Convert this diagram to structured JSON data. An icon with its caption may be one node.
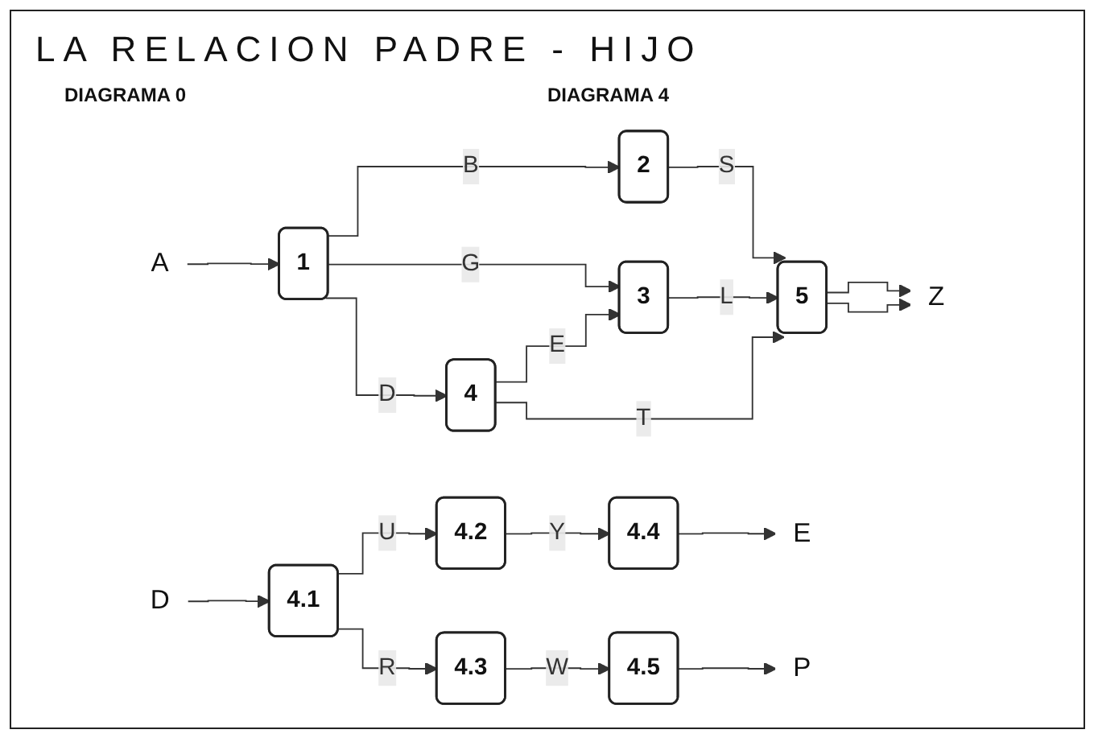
{
  "diagram": {
    "title": "LA RELACION PADRE - HIJO",
    "nodes": [
      {
        "text": [
          "A"
        ]
      },
      {
        "text": [
          "2"
        ]
      },
      {
        "text": [
          "1"
        ]
      },
      {
        "text": [
          "3"
        ]
      },
      {
        "text": [
          "5"
        ]
      },
      {
        "text": [
          "4"
        ]
      },
      {
        "text": [
          "Z"
        ]
      },
      {
        "text": [
          "D"
        ]
      },
      {
        "text": [
          "4.2"
        ]
      },
      {
        "text": [
          "4.4"
        ]
      },
      {
        "text": [
          "E"
        ]
      },
      {
        "text": [
          "4.1"
        ]
      },
      {
        "text": [
          "4.3"
        ]
      },
      {
        "text": [
          "4.5"
        ]
      },
      {
        "text": [
          "P"
        ]
      }
    ],
    "edges": [
      {
        "from": 0,
        "to": 2,
        "arrow": "to"
      },
      {
        "from": 2,
        "to": 1,
        "label": "B",
        "arrow": "to"
      },
      {
        "from": 2,
        "to": 3,
        "label": "G",
        "arrow": "to"
      },
      {
        "from": 2,
        "to": 5,
        "label": "D",
        "arrow": "to"
      },
      {
        "from": 1,
        "to": 4,
        "label": "S",
        "arrow": "to"
      },
      {
        "from": 3,
        "to": 4,
        "label": "L",
        "arrow": "to"
      },
      {
        "from": 5,
        "to": 3,
        "label": "E",
        "arrow": "to"
      },
      {
        "from": 5,
        "to": 4,
        "label": "T",
        "arrow": "to"
      },
      {
        "from": 4,
        "to": 6,
        "arrow": "to"
      },
      {
        "from": 4,
        "to": 6,
        "arrow": "to"
      },
      {
        "from": 7,
        "to": 11,
        "arrow": "to"
      },
      {
        "from": 11,
        "to": 8,
        "label": "U",
        "arrow": "to"
      },
      {
        "from": 11,
        "to": 12,
        "label": "R",
        "arrow": "to"
      },
      {
        "from": 8,
        "to": 9,
        "label": "Y",
        "arrow": "to"
      },
      {
        "from": 12,
        "to": 13,
        "label": "W",
        "arrow": "to"
      },
      {
        "from": 9,
        "to": 10,
        "arrow": "to"
      },
      {
        "from": 13,
        "to": 14,
        "arrow": "to"
      }
    ],
    "labels": [
      "DIAGRAMA 0",
      "DIAGRAMA 4"
    ]
  }
}
